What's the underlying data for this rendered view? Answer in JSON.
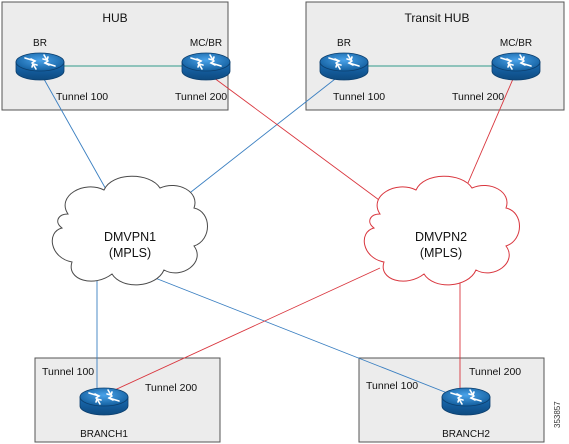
{
  "sites": {
    "hub": {
      "title": "HUB",
      "router_left": "BR",
      "router_right": "MC/BR",
      "tunnel_left": "Tunnel 100",
      "tunnel_right": "Tunnel 200"
    },
    "transit_hub": {
      "title": "Transit HUB",
      "router_left": "BR",
      "router_right": "MC/BR",
      "tunnel_left": "Tunnel 100",
      "tunnel_right": "Tunnel 200"
    },
    "branch1": {
      "name": "BRANCH1",
      "tunnel_100": "Tunnel 100",
      "tunnel_200": "Tunnel 200"
    },
    "branch2": {
      "name": "BRANCH2",
      "tunnel_100": "Tunnel 100",
      "tunnel_200": "Tunnel 200"
    }
  },
  "clouds": {
    "dmvpn1": {
      "line1": "DMVPN1",
      "line2": "(MPLS)"
    },
    "dmvpn2": {
      "line1": "DMVPN2",
      "line2": "(MPLS)"
    }
  },
  "figure_id": "353857",
  "colors": {
    "dmvpn1_link": "#3a7fc1",
    "dmvpn2_link": "#d9363e",
    "hub_link": "#2f9a8a",
    "router_fill": "#1f79c9",
    "box_fill": "#ececec",
    "box_border": "#555555",
    "cloud1_border": "#4a4a4a",
    "cloud2_border": "#d9363e"
  }
}
